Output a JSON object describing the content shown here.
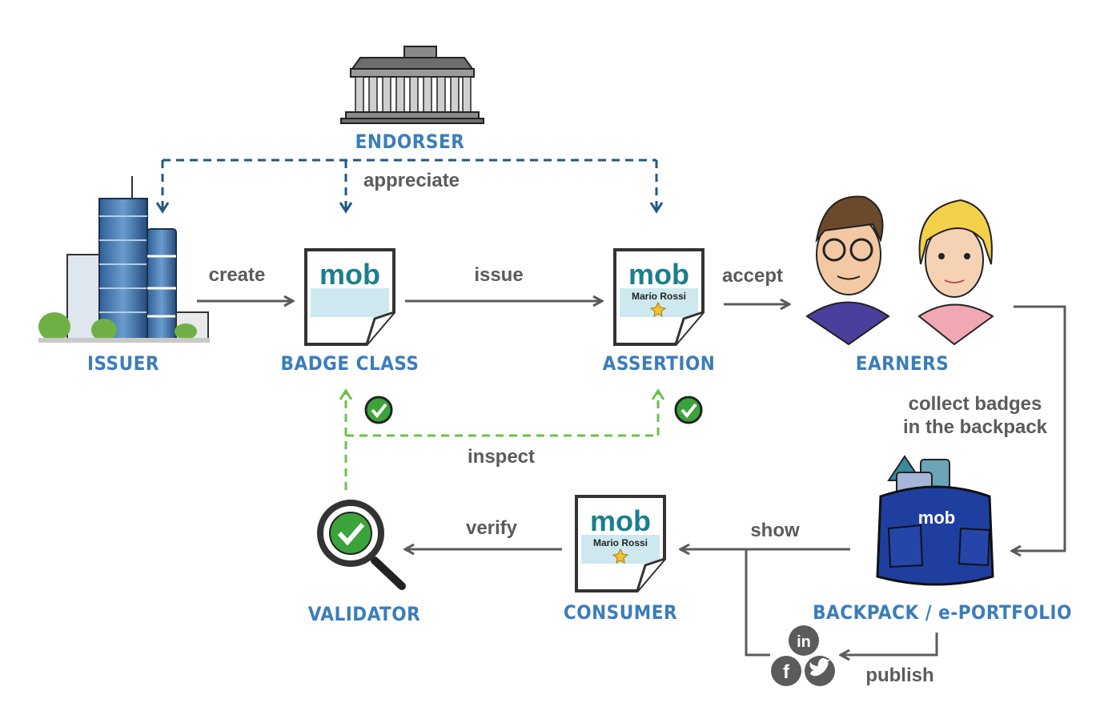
{
  "nodes": {
    "endorser": "ENDORSER",
    "issuer": "ISSUER",
    "badge_class": "BADGE CLASS",
    "assertion": "ASSERTION",
    "earners": "EARNERS",
    "validator": "VALIDATOR",
    "consumer": "CONSUMER",
    "backpack": "BACKPACK / e-PORTFOLIO"
  },
  "edges": {
    "appreciate": "appreciate",
    "create": "create",
    "issue": "issue",
    "accept": "accept",
    "collect_line1": "collect badges",
    "collect_line2": "in the backpack",
    "inspect": "inspect",
    "verify": "verify",
    "show": "show",
    "publish": "publish"
  },
  "badge": {
    "logo": "mob",
    "earner_name": "Mario Rossi"
  },
  "social": [
    "in",
    "f",
    "twitter"
  ],
  "colors": {
    "label_blue": "#3b7dbb",
    "endorse_blue": "#1f5a86",
    "inspect_green": "#6cc04a",
    "arrow_gray": "#5b5b5b",
    "badge_teal": "#1a7f8e",
    "badge_band": "#cde9ef"
  }
}
